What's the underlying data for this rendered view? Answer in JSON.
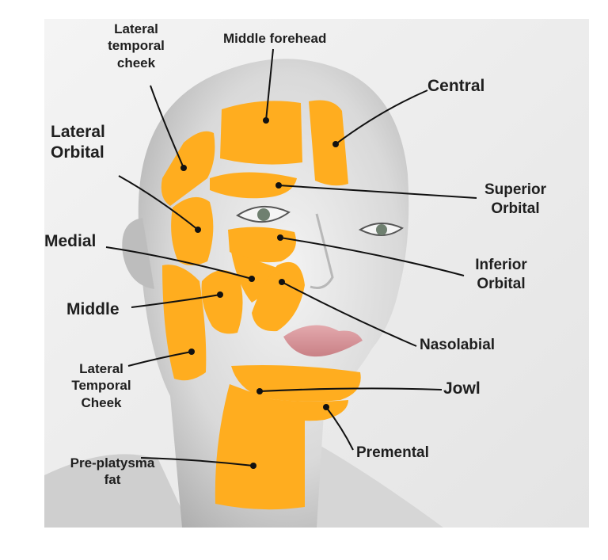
{
  "labels": {
    "lateral_temporal_cheek_top": "Lateral\ntemporal\ncheek",
    "middle_forehead": "Middle forehead",
    "central": "Central",
    "lateral_orbital": "Lateral\nOrbital",
    "superior_orbital": "Superior\nOrbital",
    "medial": "Medial",
    "inferior_orbital": "Inferior\nOrbital",
    "middle": "Middle",
    "nasolabial": "Nasolabial",
    "lateral_temporal_cheek_bottom": "Lateral\nTemporal\nCheek",
    "jowl": "Jowl",
    "premental": "Premental",
    "pre_platysma_fat": "Pre-platysma\nfat"
  },
  "colors": {
    "fat_compartment": "#FFAD1F",
    "leader_line": "#111111",
    "background": "#EFEFEF",
    "skin": "#DCDCDC"
  }
}
